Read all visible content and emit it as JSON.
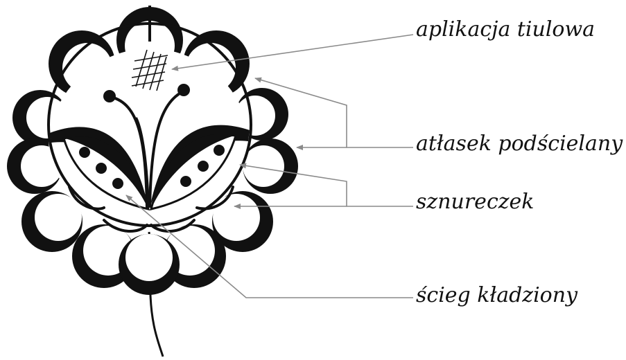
{
  "labels": {
    "tulle": "aplikacja tiulowa",
    "satin": "atłasek podścielany",
    "cord": "sznureczek",
    "laid": "ścieg kładziony"
  },
  "colors": {
    "ink": "#111111",
    "leader": "#8a8a8a",
    "background": "#ffffff"
  }
}
